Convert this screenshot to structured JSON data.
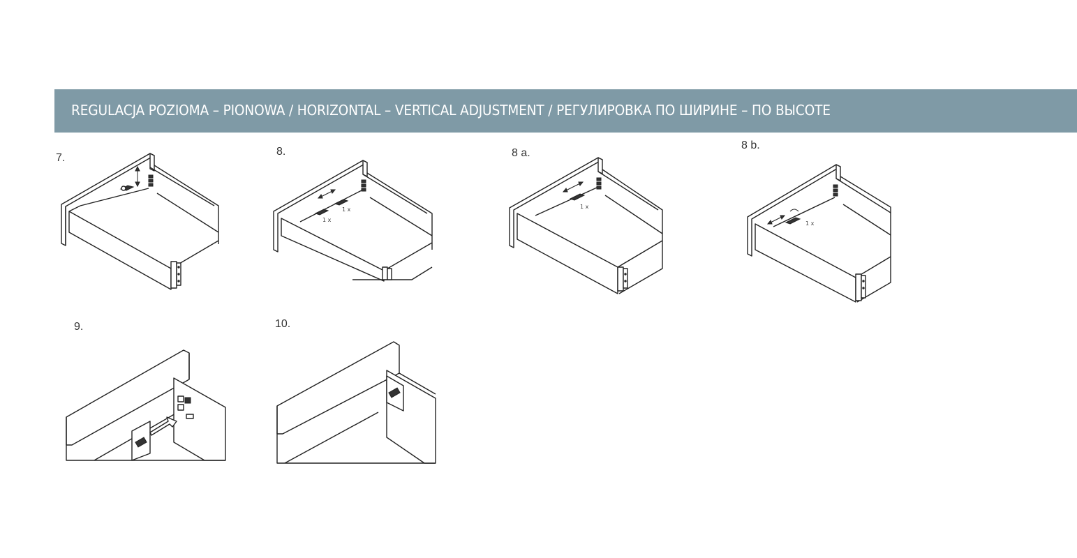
{
  "banner": {
    "title": "REGULACJA POZIOMA – PIONOWA / HORIZONTAL – VERTICAL ADJUSTMENT / РЕГУЛИРОВКА ПО ШИРИНЕ – ПО ВЫСОТЕ",
    "background": "#7f9aa6",
    "text_color": "#ffffff"
  },
  "steps": {
    "s7": {
      "label": "7."
    },
    "s8": {
      "label": "8.",
      "qty_left": "1 x",
      "qty_right": "1 x"
    },
    "s8a": {
      "label": "8 a.",
      "qty": "1 x"
    },
    "s8b": {
      "label": "8 b.",
      "qty": "1 x"
    },
    "s9": {
      "label": "9."
    },
    "s10": {
      "label": "10."
    }
  }
}
